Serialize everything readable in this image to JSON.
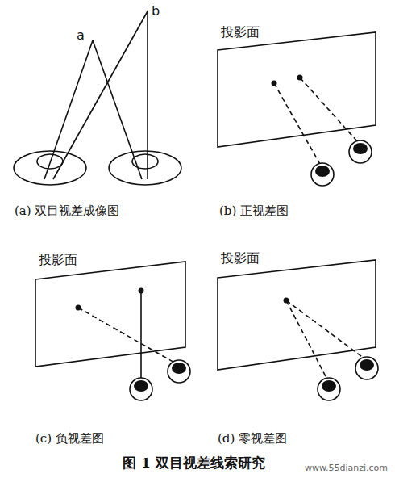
{
  "diagram": {
    "caption": "图 1 双目视差线索研究",
    "nodes": [
      {
        "text": [
          "投影面"
        ]
      },
      {
        "text": [
          "投影面"
        ]
      },
      {
        "text": [
          "投影面"
        ]
      }
    ],
    "labels": [
      "a",
      "b",
      "(a) 双目视差成像图",
      "(b) 正视差图",
      "(c) 负视差图",
      "(d) 零视差图",
      "www.55dianzi.com"
    ]
  }
}
